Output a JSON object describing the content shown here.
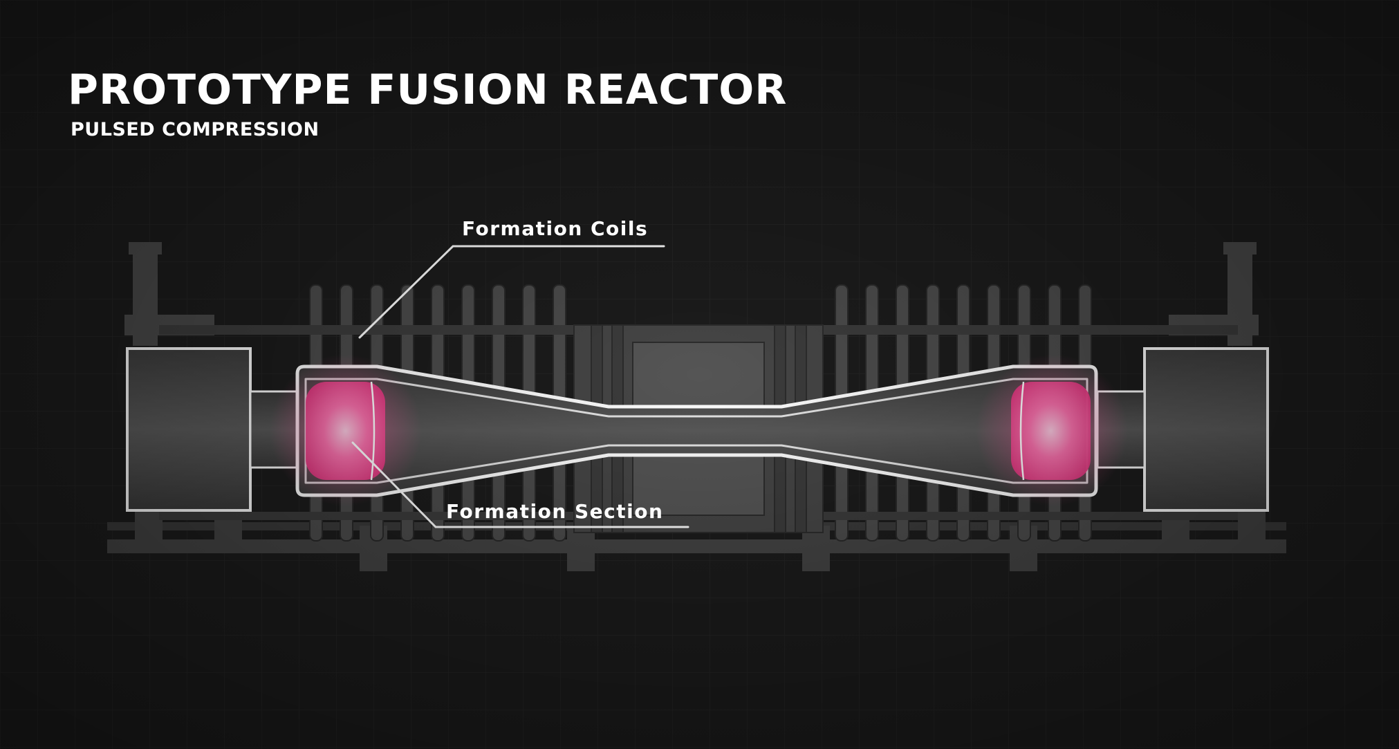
{
  "header": {
    "title": "PROTOTYPE FUSION REACTOR",
    "subtitle": "PULSED COMPRESSION"
  },
  "callouts": {
    "formation_coils": "Formation Coils",
    "formation_section": "Formation Section"
  },
  "colors": {
    "background": "#1c1c1c",
    "grid": "#262626",
    "machinery": "#4a4a4a",
    "outline": "#ffffff",
    "plasma": "#ff5aa0"
  }
}
